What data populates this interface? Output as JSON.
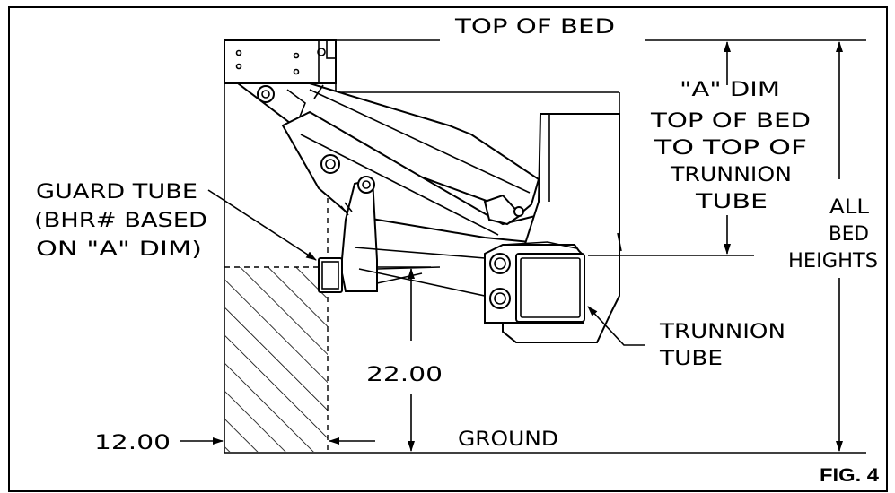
{
  "labels": {
    "top_of_bed": "TOP OF BED",
    "a_dim": "\"A\" DIM",
    "a_dim_desc_1": "TOP OF BED",
    "a_dim_desc_2": "TO TOP OF",
    "a_dim_desc_3": "TRUNNION",
    "a_dim_desc_4": "TUBE",
    "all_bed_heights_1": "ALL",
    "all_bed_heights_2": "BED",
    "all_bed_heights_3": "HEIGHTS",
    "guard_tube_1": "GUARD TUBE",
    "guard_tube_2": "(BHR# BASED",
    "guard_tube_3": "ON \"A\" DIM)",
    "trunnion_tube_1": "TRUNNION",
    "trunnion_tube_2": "TUBE",
    "dim_22": "22.00",
    "dim_12": "12.00",
    "ground": "GROUND",
    "figure": "FIG. 4"
  }
}
